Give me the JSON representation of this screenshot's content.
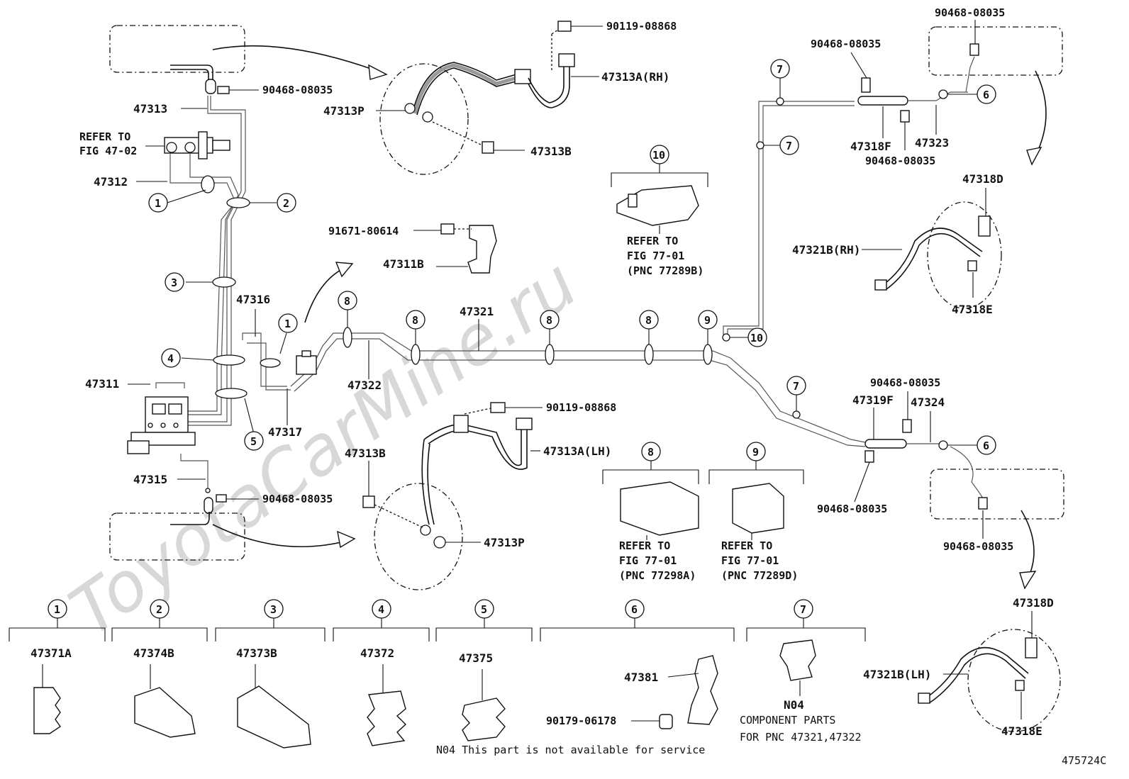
{
  "watermark": "ToyotaCarMine.ru",
  "figure_code": "475724C",
  "labels": {
    "p90119_08868_top": "90119-08868",
    "p47313A_RH": "47313A(RH)",
    "p47313P_top": "47313P",
    "p47313B_top": "47313B",
    "p90468_08035_a": "90468-08035",
    "p47313": "47313",
    "refer_fig_47_02_l1": "REFER TO",
    "refer_fig_47_02_l2": "FIG 47-02",
    "p47312": "47312",
    "p91671_80614": "91671-80614",
    "p47311B": "47311B",
    "p47316": "47316",
    "p47311": "47311",
    "p47322": "47322",
    "p47321": "47321",
    "p47317": "47317",
    "p90119_08868_mid": "90119-08868",
    "p47313A_LH": "47313A(LH)",
    "p47313B_bot": "47313B",
    "p47315": "47315",
    "p90468_08035_b": "90468-08035",
    "p47313P_bot": "47313P",
    "p90468_08035_c": "90468-08035",
    "p90468_08035_d": "90468-08035",
    "p47318F": "47318F",
    "p47323": "47323",
    "p90468_08035_e": "90468-08035",
    "p47318D_top": "47318D",
    "p47321B_RH": "47321B(RH)",
    "p47318E_top": "47318E",
    "p90468_08035_f": "90468-08035",
    "p47319F": "47319F",
    "p47324": "47324",
    "p90468_08035_g": "90468-08035",
    "p90468_08035_h": "90468-08035",
    "p47318D_bot": "47318D",
    "p47321B_LH": "47321B(LH)",
    "p47318E_bot": "47318E",
    "refer_10_l1": "REFER TO",
    "refer_10_l2": "FIG 77-01",
    "refer_10_l3": "(PNC 77289B)",
    "refer_8_l1": "REFER TO",
    "refer_8_l2": "FIG 77-01",
    "refer_8_l3": "(PNC 77298A)",
    "refer_9_l1": "REFER TO",
    "refer_9_l2": "FIG 77-01",
    "refer_9_l3": "(PNC 77289D)"
  },
  "callouts": {
    "c1": "1",
    "c2": "2",
    "c3": "3",
    "c4": "4",
    "c5": "5",
    "c6": "6",
    "c7": "7",
    "c8": "8",
    "c9": "9",
    "c10": "10"
  },
  "legend": [
    {
      "num": "1",
      "part": "47371A"
    },
    {
      "num": "2",
      "part": "47374B"
    },
    {
      "num": "3",
      "part": "47373B"
    },
    {
      "num": "4",
      "part": "47372"
    },
    {
      "num": "5",
      "part": "47375"
    },
    {
      "num": "6",
      "part": "47381",
      "part2": "90179-06178"
    },
    {
      "num": "7",
      "part": "N04",
      "note1": "COMPONENT PARTS",
      "note2": "FOR PNC 47321,47322"
    }
  ],
  "footnote": "N04 This part is not available for service"
}
